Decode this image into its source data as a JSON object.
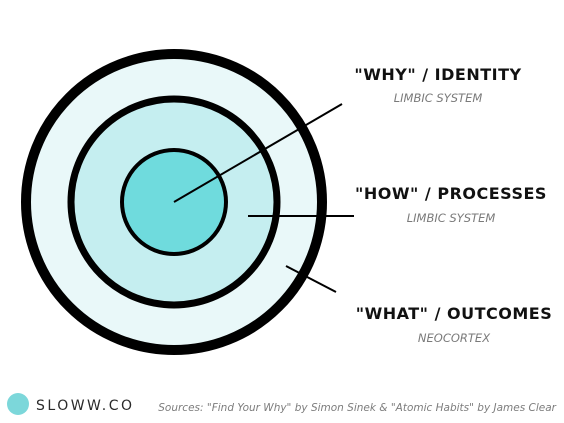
{
  "colors": {
    "outer_ring": "#e9f8f9",
    "middle_ring": "#c5eef0",
    "inner_core": "#6fdbdd",
    "stroke": "#000000",
    "brand_dot": "#7cd7da"
  },
  "labels": [
    {
      "title": "\"WHY\" / IDENTITY",
      "subtitle": "LIMBIC SYSTEM"
    },
    {
      "title": "\"HOW\" / PROCESSES",
      "subtitle": "LIMBIC SYSTEM"
    },
    {
      "title": "\"WHAT\" / OUTCOMES",
      "subtitle": "NEOCORTEX"
    }
  ],
  "brand": {
    "name": "SLOWW.CO"
  },
  "sources": "Sources: \"Find Your Why\" by Simon Sinek & \"Atomic Habits\" by James Clear"
}
